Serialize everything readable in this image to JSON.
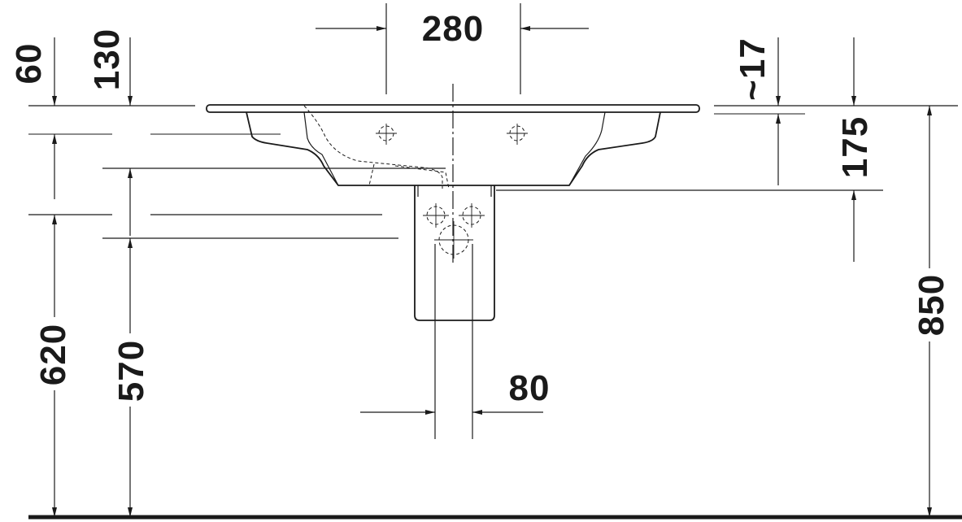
{
  "dimensions": {
    "tap_spacing": "280",
    "top_offset_60": "60",
    "top_offset_130": "130",
    "overflow_height": "~17",
    "basin_depth": "175",
    "height_620": "620",
    "height_570": "570",
    "total_height": "850",
    "trap_width": "80"
  },
  "colors": {
    "line": "#1a1a1a",
    "background": "#ffffff"
  }
}
